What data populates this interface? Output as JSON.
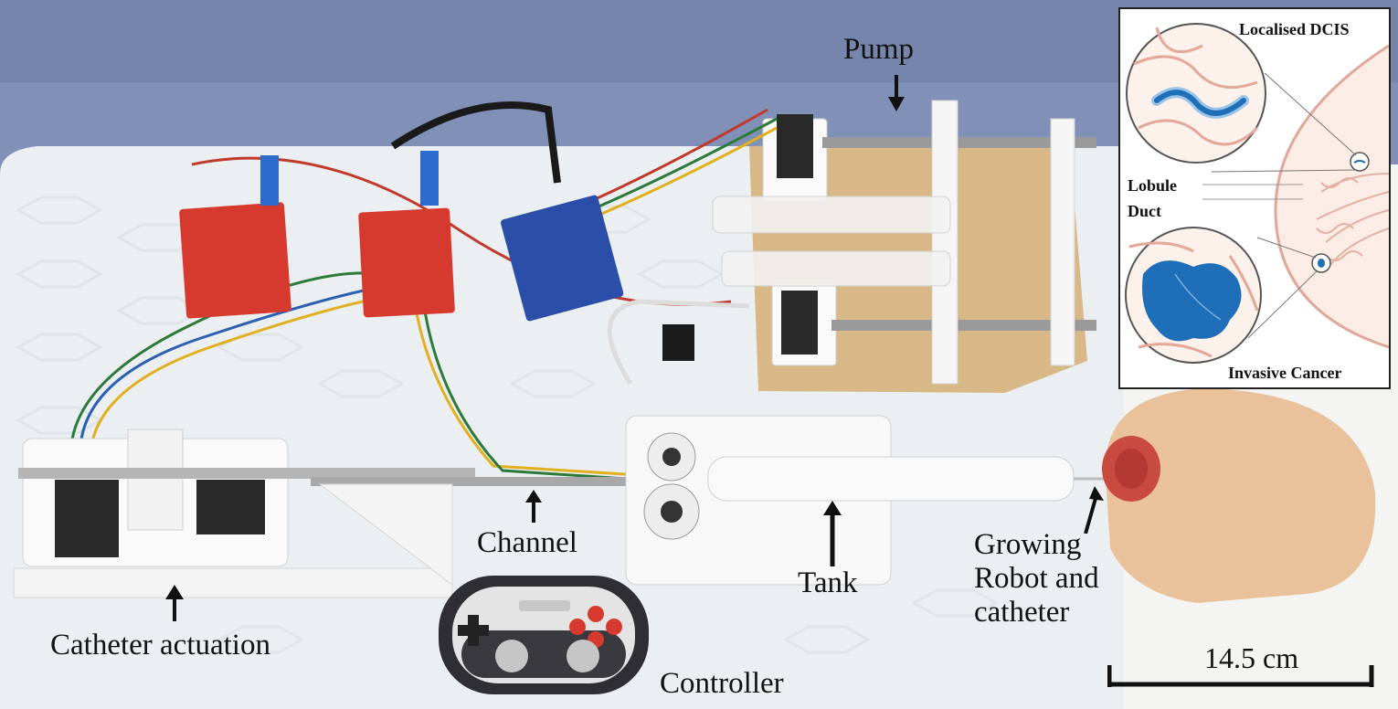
{
  "labels": {
    "pump": "Pump",
    "channel": "Channel",
    "tank": "Tank",
    "catheter_actuation": "Catheter actuation",
    "controller": "Controller",
    "growing_robot_line1": "Growing",
    "growing_robot_line2": "Robot and",
    "growing_robot_line3": "catheter"
  },
  "inset": {
    "localised_dcis": "Localised DCIS",
    "lobule": "Lobule",
    "duct": "Duct",
    "invasive_cancer": "Invasive Cancer"
  },
  "scale_bar": {
    "label": "14.5 cm"
  },
  "colors": {
    "backdrop_blue": "#7f8fb5",
    "mat_white": "#eceff2",
    "pcb_red": "#d63a2f",
    "pcb_blue": "#2b4fa8",
    "wood": "#d9b987",
    "breast_skin": "#e9c29c",
    "nipple": "#c94a3f",
    "tumor_blue": "#1f6fb8"
  }
}
